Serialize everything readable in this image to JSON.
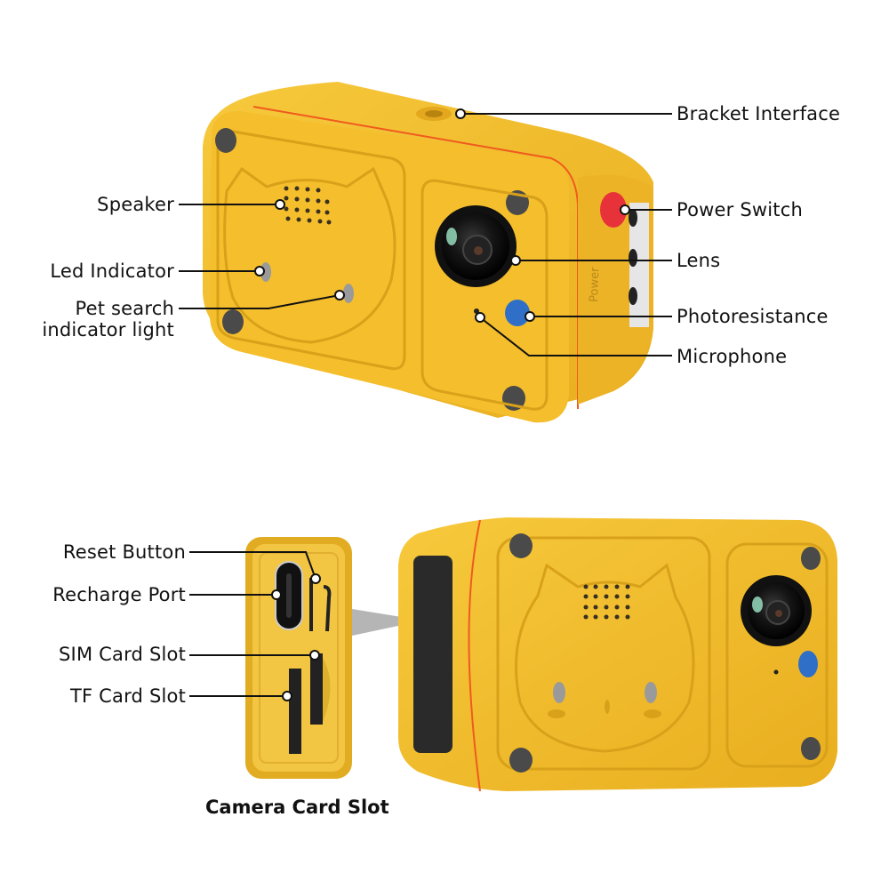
{
  "diagram": {
    "top_camera": {
      "labels": {
        "bracket_interface": "Bracket Interface",
        "power_switch": "Power Switch",
        "lens": "Lens",
        "photoresistance": "Photoresistance",
        "microphone": "Microphone",
        "speaker": "Speaker",
        "led_indicator": "Led Indicator",
        "pet_search_line1": "Pet search",
        "pet_search_line2": "indicator light"
      },
      "side_text": "Power"
    },
    "card_slot": {
      "labels": {
        "reset_button": "Reset Button",
        "recharge_port": "Recharge Port",
        "sim_card_slot": "SIM Card Slot",
        "tf_card_slot": "TF Card Slot"
      },
      "caption": "Camera Card Slot"
    },
    "colors": {
      "body_yellow": "#F5C232",
      "body_shadow": "#E0A91E",
      "accent_orange": "#F05A1E",
      "power_red": "#E8323A",
      "photo_blue": "#2F6FC8",
      "dark_grey": "#4A4A4A",
      "leader_line": "#111111"
    }
  }
}
